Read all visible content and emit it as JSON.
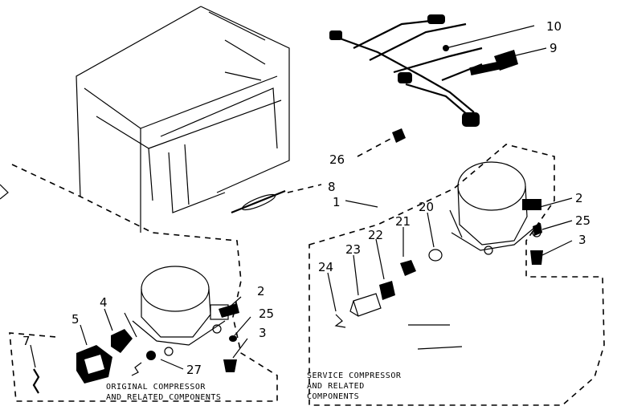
{
  "callouts": {
    "c10": "10",
    "c9": "9",
    "c26": "26",
    "c8": "8",
    "c1": "1",
    "c2_service": "2",
    "c25_service": "25",
    "c3_service": "3",
    "c21": "21",
    "c20": "20",
    "c22": "22",
    "c23": "23",
    "c24": "24",
    "c4": "4",
    "c5": "5",
    "c7": "7",
    "c2_original": "2",
    "c25_original": "25",
    "c3_original": "3",
    "c27": "27"
  },
  "captions": {
    "original_line1": "ORIGINAL COMPRESSOR",
    "original_line2": "AND RELATED COMPONENTS",
    "service_line1": "SERVICE COMPRESSOR",
    "service_line2": "AND RELATED",
    "service_line3": "COMPONENTS"
  }
}
